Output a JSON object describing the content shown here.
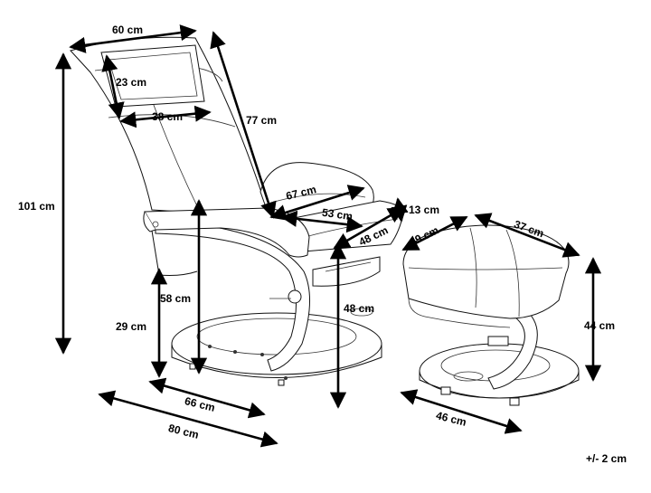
{
  "dimensions": {
    "chair_width": "60 cm",
    "headrest_height": "23 cm",
    "headrest_width": "38 cm",
    "backrest_height": "77 cm",
    "total_height": "101 cm",
    "seat_width": "67 cm",
    "seat_depth": "53 cm",
    "cushion_thickness": "13 cm",
    "seat_front_depth": "48 cm",
    "armrest_height": "58 cm",
    "base_height": "29 cm",
    "seat_height": "48 cm",
    "base_depth": "66 cm",
    "total_depth": "80 cm",
    "ottoman_depth": "49 cm",
    "ottoman_width": "37 cm",
    "ottoman_height": "44 cm",
    "ottoman_base": "46 cm"
  },
  "tolerance": "+/- 2 cm"
}
